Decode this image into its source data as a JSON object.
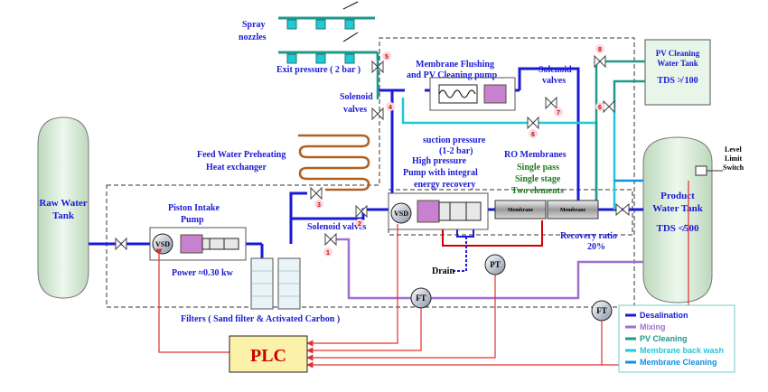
{
  "labels": {
    "spray_nozzles_1": "Spray",
    "spray_nozzles_2": "nozzles",
    "exit_pressure": "Exit pressure ( 2 bar )",
    "membrane_flush_1": "Membrane Flushing",
    "membrane_flush_2": "and PV Cleaning pump",
    "solenoid_valves_top_1": "Solenoid",
    "solenoid_valves_top_2": "valves",
    "solenoid_valves_left_1": "Solenoid",
    "solenoid_valves_left_2": "valves",
    "suction_pressure_1": "suction pressure",
    "suction_pressure_2": "(1-2 bar)",
    "pv_tank_1": "PV Cleaning",
    "pv_tank_2": "Water Tank",
    "pv_tank_tds": "TDS ≯ 100",
    "feed_preheat_1": "Feed Water Preheating",
    "feed_preheat_2": "Heat exchanger",
    "raw_tank_1": "Raw Water",
    "raw_tank_2": "Tank",
    "piston_pump_1": "Piston Intake",
    "piston_pump_2": "Pump",
    "power": "Power ≈0.30 kw",
    "hp_pump_1": "High pressure",
    "hp_pump_2": "Pump with integral",
    "hp_pump_3": "energy recovery",
    "ro_title": "RO Membranes",
    "ro_1": "Single pass",
    "ro_2": "Single stage",
    "ro_3": "Two elements",
    "solenoid_valves_bottom": "Solenoid valves",
    "recovery_1": "Recovery ratio",
    "recovery_2": "20%",
    "product_tank_1": "Product",
    "product_tank_2": "Water Tank",
    "product_tank_tds": "TDS ≮500",
    "level_switch_1": "Level",
    "level_switch_2": "Limit",
    "level_switch_3": "Switch",
    "drain": "Drain",
    "filters": "Filters ( Sand filter & Activated Carbon )",
    "plc": "PLC",
    "vsd_left": "VSD",
    "vsd_right": "VSD",
    "pt": "PT",
    "ft_left": "FT",
    "ft_right": "FT",
    "valve_1": "1",
    "valve_2": "2",
    "valve_3": "3",
    "valve_4": "4",
    "valve_5": "5",
    "valve_6a": "6",
    "valve_6b": "6",
    "valve_7": "7",
    "valve_8": "8",
    "membrane_el_1": "Membrane",
    "membrane_el_2": "Membrane"
  },
  "legend": [
    {
      "label": "Desalination",
      "color": "#1a1ad6"
    },
    {
      "label": "Mixing",
      "color": "#a070d0"
    },
    {
      "label": "PV Cleaning",
      "color": "#1f9a8a"
    },
    {
      "label": "Membrane back wash",
      "color": "#20c8d8"
    },
    {
      "label": "Membrane Cleaning",
      "color": "#1090e0"
    }
  ],
  "colors": {
    "desalination": "#1a1ad6",
    "mixing": "#a070d0",
    "pv_cleaning": "#1f9a8a",
    "backwash": "#20c8d8",
    "membrane_cleaning": "#1090e0",
    "signal": "#e03030",
    "tank_fill": "#d8ecd8",
    "plc_fill": "#fbf1a8"
  }
}
